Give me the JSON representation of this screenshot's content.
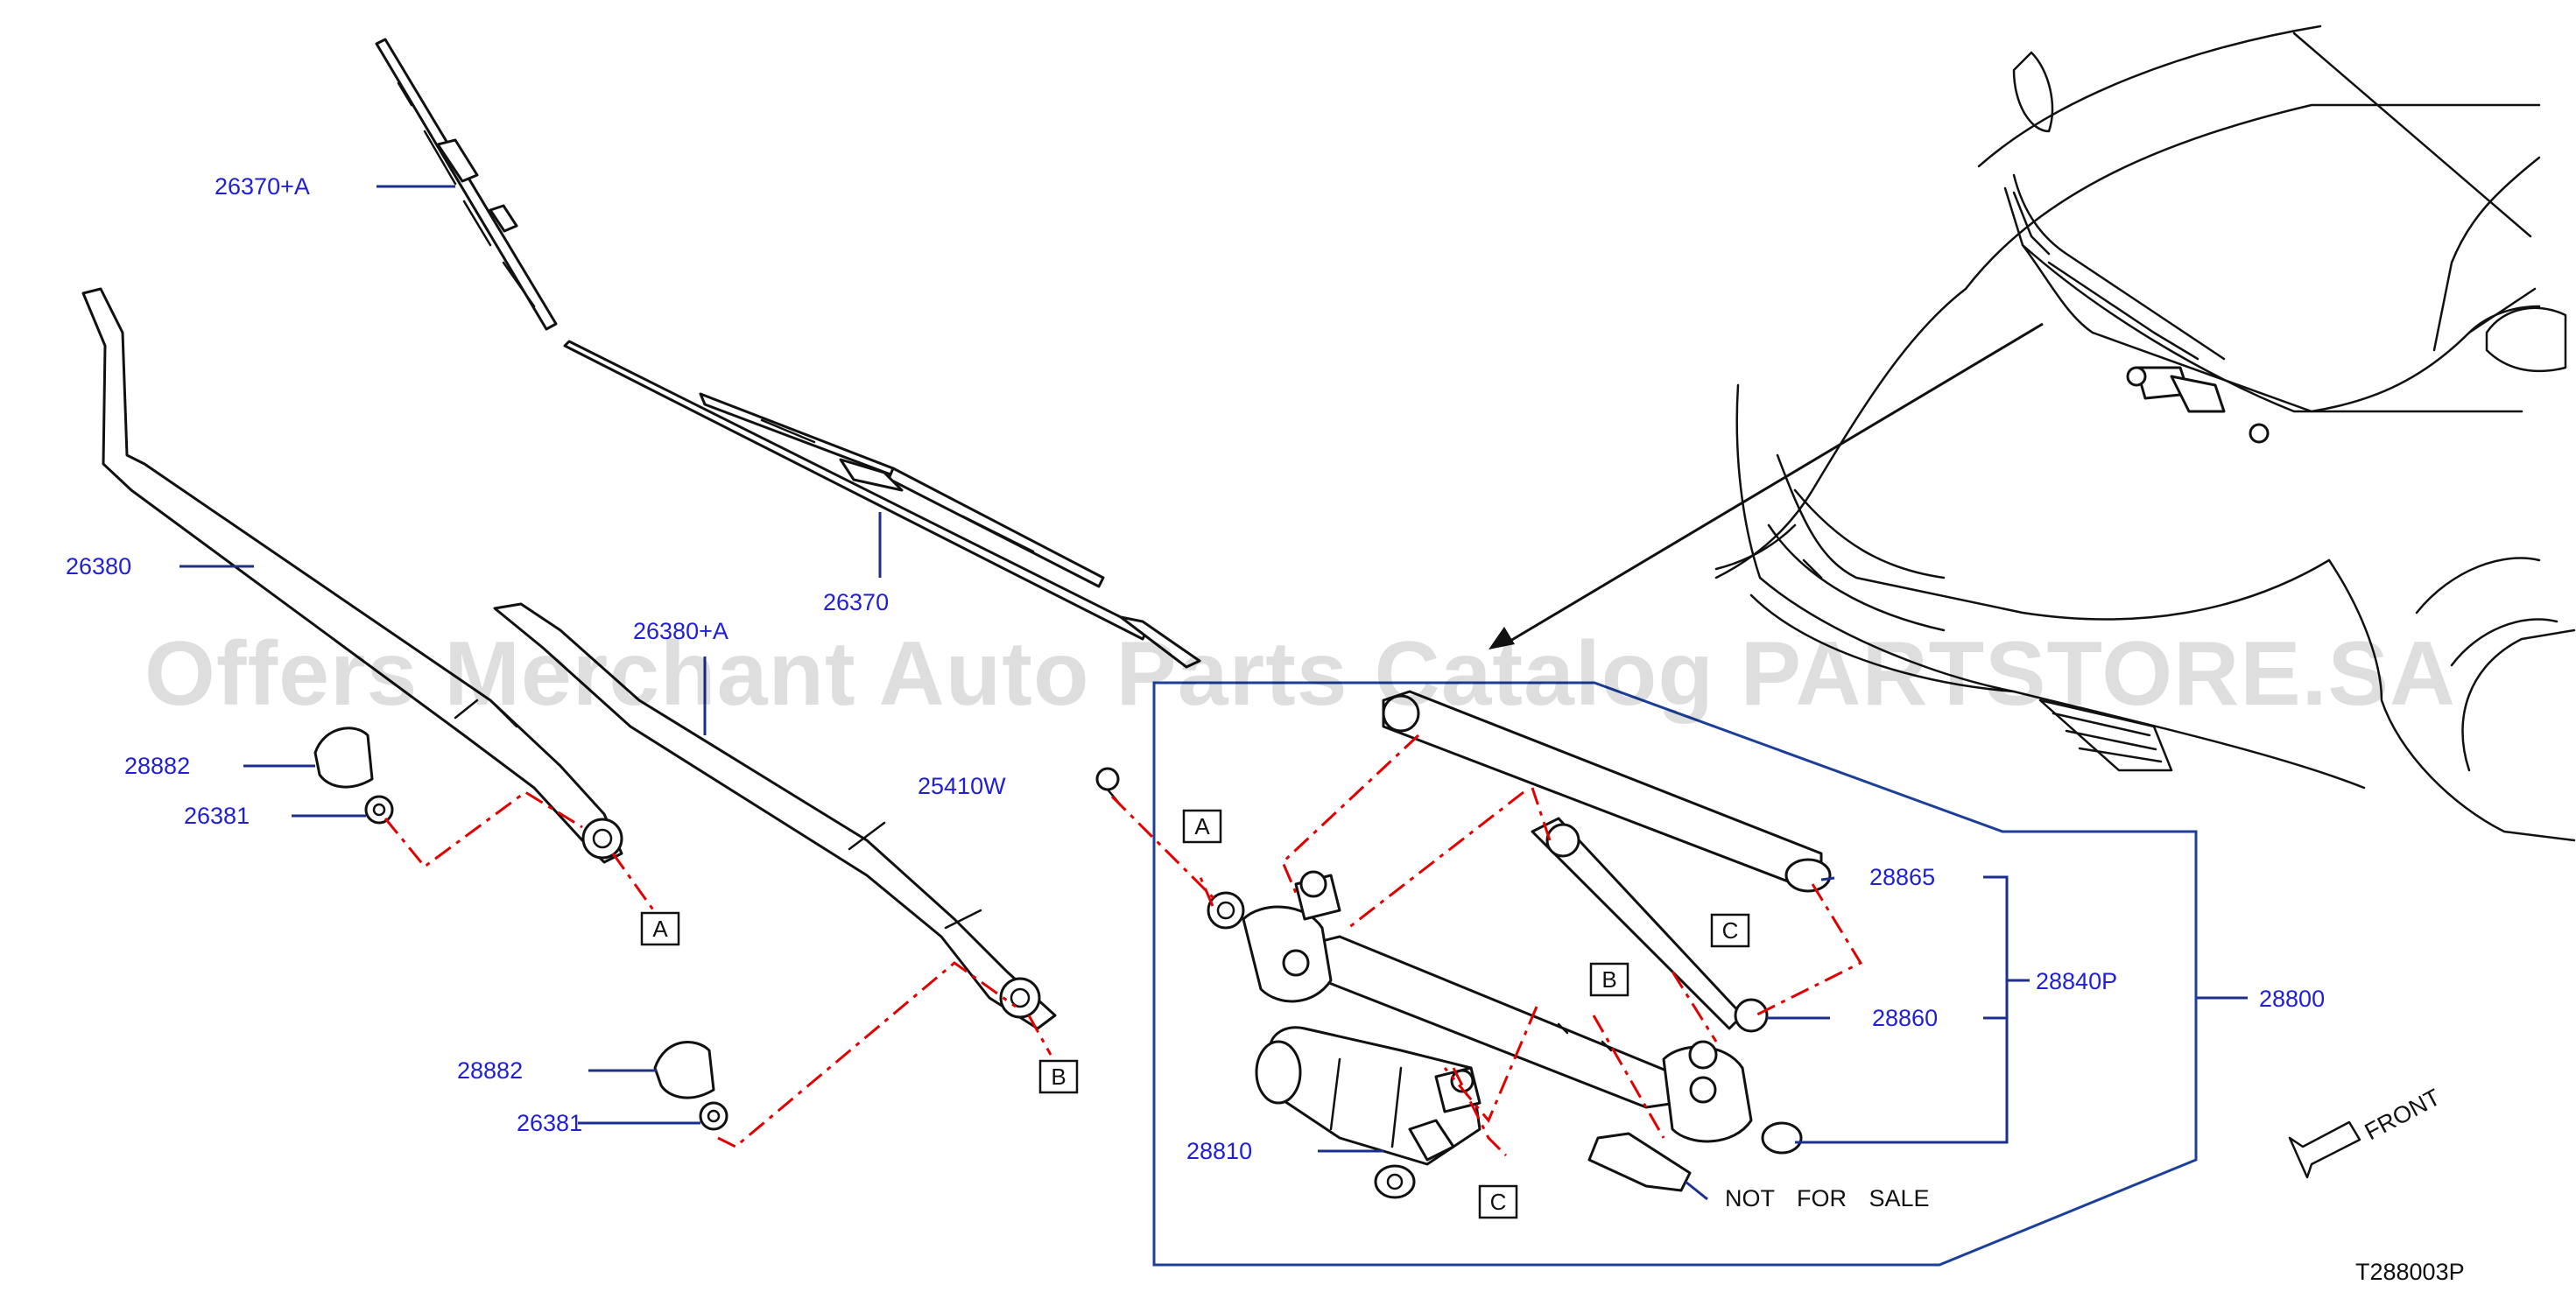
{
  "watermark": "Offers Merchant Auto Parts Catalog PARTSTORE.SA",
  "diagram_code": "T288003P",
  "front_label": "FRONT",
  "not_for_sale": "NOT FOR SALE",
  "callouts": {
    "blade_rh_assy": "26370+A",
    "blade_lh": "26370",
    "arm_rh": "26380",
    "arm_lh_assy": "26380+A",
    "cap_upper": "28882",
    "nut_upper": "26381",
    "cap_lower": "28882",
    "nut_lower": "26381",
    "bolt": "25410W",
    "link_upper": "28865",
    "link_lower": "28860",
    "linkage_assy": "28840P",
    "drive_assy": "28800",
    "motor": "28810"
  },
  "ref_letters": {
    "a1": "A",
    "b1": "B",
    "a2": "A",
    "b2": "B",
    "c1": "C",
    "c2": "C"
  },
  "colors": {
    "part_number": "#1f1fd6",
    "leader": "#1c2f8f",
    "pattern_line": "#e00000"
  }
}
